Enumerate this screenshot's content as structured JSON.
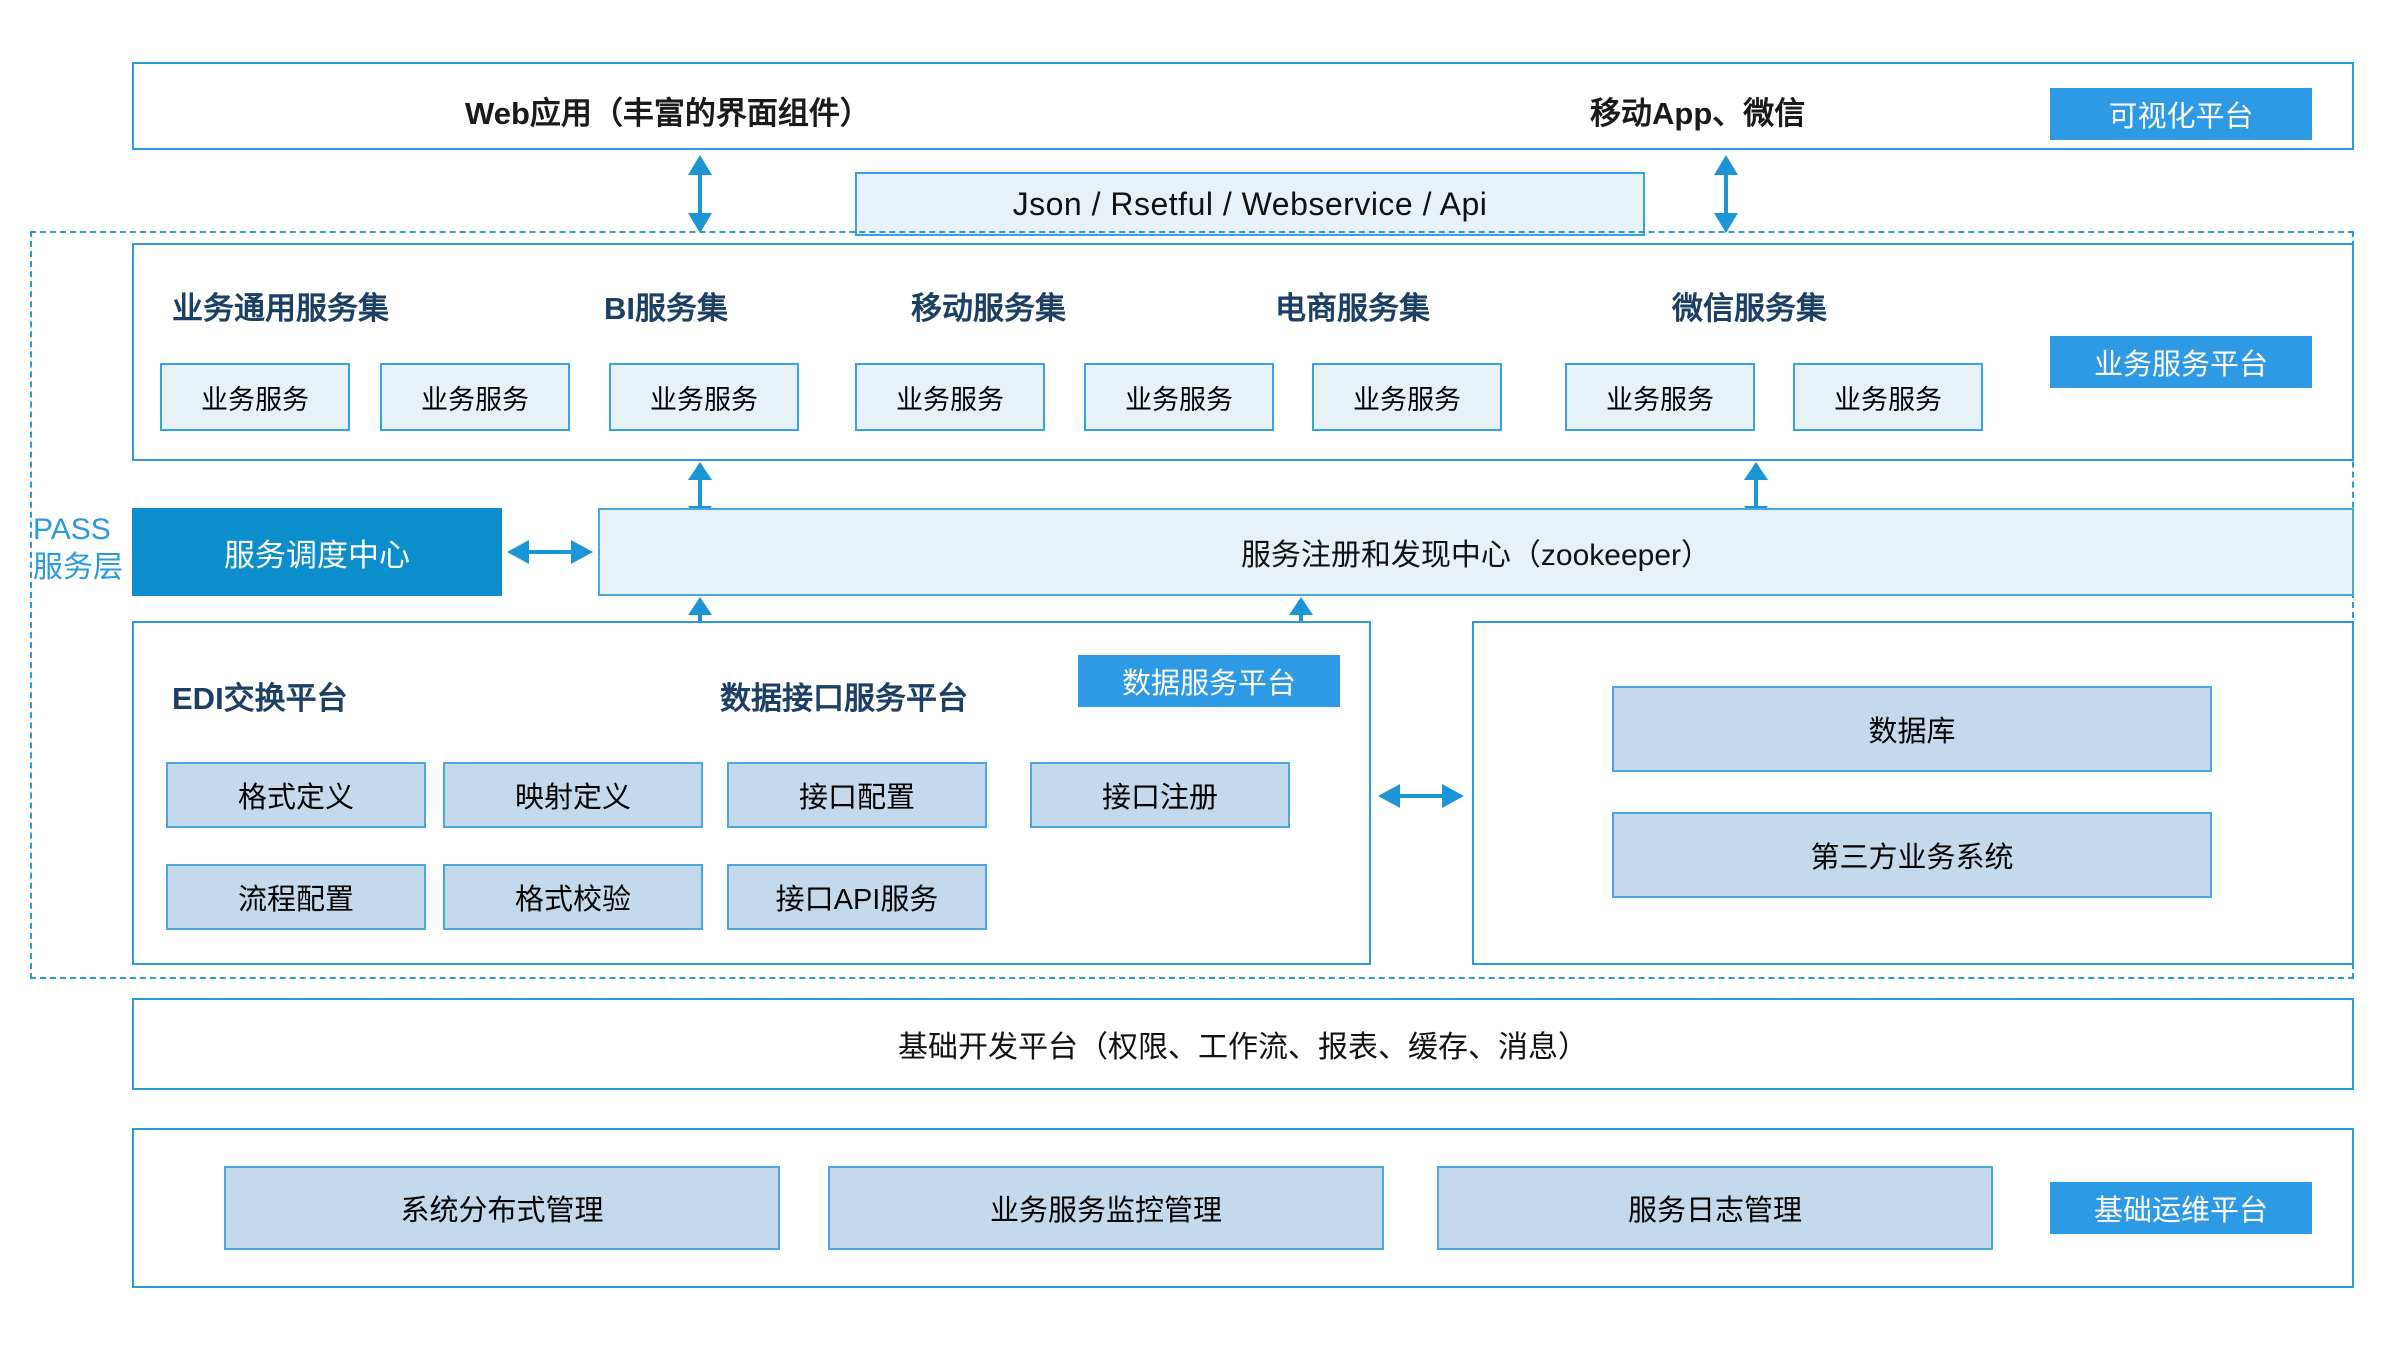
{
  "diagram": {
    "title_hidden": "",
    "colors": {
      "accent": "#2c9ada",
      "badge_blue": "#2e9ae6",
      "solid_blue": "#0b8ecb",
      "light_fill": "#e8f1f8",
      "medium_fill": "#c5d9ec",
      "navy_text": "#1c3f66"
    },
    "paas_label": {
      "line1": "PASS",
      "line2": "服务层"
    },
    "layers": [
      {
        "id": "presentation",
        "badge": "可视化平台",
        "titles": [
          "Web应用（丰富的界面组件）",
          "移动App、微信"
        ]
      },
      {
        "id": "protocol",
        "text": "Json / Rsetful / Webservice / Api"
      },
      {
        "id": "business-service",
        "badge": "业务服务平台",
        "groups": [
          {
            "title": "业务通用服务集",
            "services": [
              "业务服务",
              "业务服务"
            ]
          },
          {
            "title": "BI服务集",
            "services": [
              "业务服务"
            ]
          },
          {
            "title": "移动服务集",
            "services": [
              "业务服务",
              "业务服务"
            ]
          },
          {
            "title": "电商服务集",
            "services": [
              "业务服务"
            ]
          },
          {
            "title": "微信服务集",
            "services": [
              "业务服务",
              "业务服务"
            ]
          }
        ]
      },
      {
        "id": "registry",
        "dispatch_center": "服务调度中心",
        "registry_center": "服务注册和发现中心（zookeeper）"
      },
      {
        "id": "data-service",
        "badge": "数据服务平台",
        "left_title": "EDI交换平台",
        "right_title": "数据接口服务平台",
        "edi_boxes_row1": [
          "格式定义",
          "映射定义"
        ],
        "edi_boxes_row2": [
          "流程配置",
          "格式校验"
        ],
        "api_boxes_row1": [
          "接口配置",
          "接口注册"
        ],
        "api_boxes_row2": [
          "接口API服务"
        ],
        "external": [
          "数据库",
          "第三方业务系统"
        ]
      },
      {
        "id": "foundation",
        "text": "基础开发平台（权限、工作流、报表、缓存、消息）"
      },
      {
        "id": "ops",
        "badge": "基础运维平台",
        "boxes": [
          "系统分布式管理",
          "业务服务监控管理",
          "服务日志管理"
        ]
      }
    ],
    "arrows": {
      "vertical_double": "vertical-double-arrow",
      "horizontal_double": "horizontal-double-arrow"
    }
  }
}
